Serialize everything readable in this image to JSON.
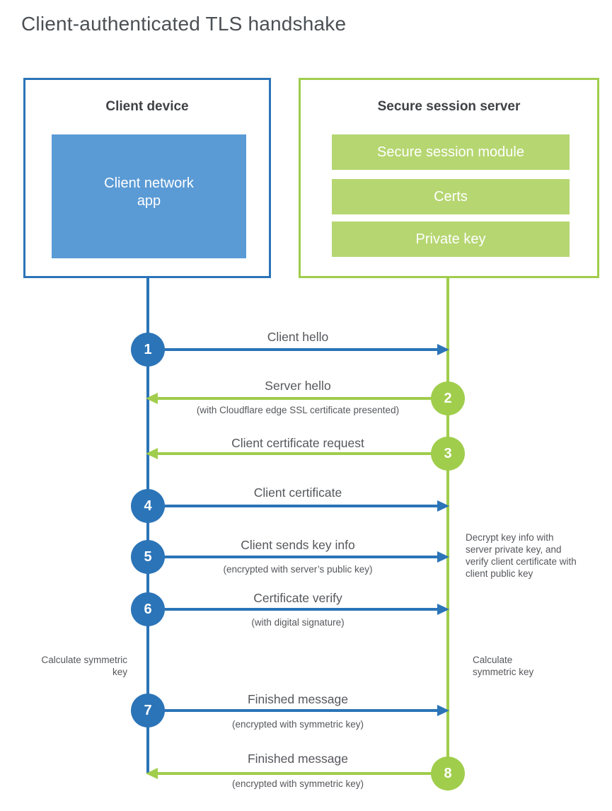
{
  "page": {
    "title": "Client-authenticated TLS handshake"
  },
  "client_box": {
    "title": "Client device",
    "app_label": "Client network app"
  },
  "server_box": {
    "title": "Secure session server",
    "modules": [
      "Secure session module",
      "Certs",
      "Private key"
    ]
  },
  "steps": [
    {
      "num": "1",
      "label": "Client hello",
      "direction": "right",
      "color": "blue"
    },
    {
      "num": "2",
      "label": "Server hello",
      "sub": "(with Cloudflare edge SSL certificate presented)",
      "direction": "left",
      "color": "green"
    },
    {
      "num": "3",
      "label": "Client certificate request",
      "direction": "left",
      "color": "green"
    },
    {
      "num": "4",
      "label": "Client certificate",
      "direction": "right",
      "color": "blue"
    },
    {
      "num": "5",
      "label": "Client sends key info",
      "sub": "(encrypted with server’s public key)",
      "direction": "right",
      "color": "blue"
    },
    {
      "num": "6",
      "label": "Certificate verify",
      "sub": "(with digital signature)",
      "direction": "right",
      "color": "blue"
    },
    {
      "num": "7",
      "label": "Finished message",
      "sub": "(encrypted with symmetric key)",
      "direction": "right",
      "color": "blue"
    },
    {
      "num": "8",
      "label": "Finished message",
      "sub": "(encrypted with symmetric key)",
      "direction": "left",
      "color": "green"
    }
  ],
  "notes": {
    "client_calculate": "Calculate symmetric key",
    "server_calculate": "Calculate symmetric key",
    "server_decrypt": "Decrypt key info with server private key, and verify client certificate with client public key"
  },
  "colors": {
    "blue": "#2b74b8",
    "blue_light": "#5b9bd5",
    "green": "#a0cd4c",
    "green_bar": "#b5d671"
  }
}
